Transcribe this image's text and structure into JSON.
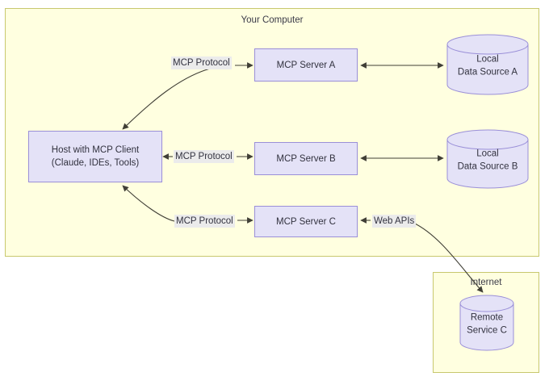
{
  "diagram": {
    "containers": {
      "your_computer": {
        "title": "Your Computer"
      },
      "internet": {
        "title": "Internet"
      }
    },
    "nodes": {
      "host": {
        "line1": "Host with MCP Client",
        "line2": "(Claude, IDEs, Tools)"
      },
      "server_a": {
        "label": "MCP Server A"
      },
      "server_b": {
        "label": "MCP Server B"
      },
      "server_c": {
        "label": "MCP Server C"
      },
      "data_source_a": {
        "line1": "Local",
        "line2": "Data Source A"
      },
      "data_source_b": {
        "line1": "Local",
        "line2": "Data Source B"
      },
      "remote_service_c": {
        "line1": "Remote",
        "line2": "Service C"
      }
    },
    "edge_labels": {
      "mcp_protocol_a": "MCP Protocol",
      "mcp_protocol_b": "MCP Protocol",
      "mcp_protocol_c": "MCP Protocol",
      "web_apis": "Web APIs"
    },
    "colors": {
      "container_fill": "#ffffe0",
      "container_border": "#c8c86e",
      "node_fill": "#e4e2f7",
      "node_border": "#9a8fd8",
      "edge_stroke": "#403f36",
      "label_bg": "#ebebeb",
      "text": "#32323f"
    }
  }
}
